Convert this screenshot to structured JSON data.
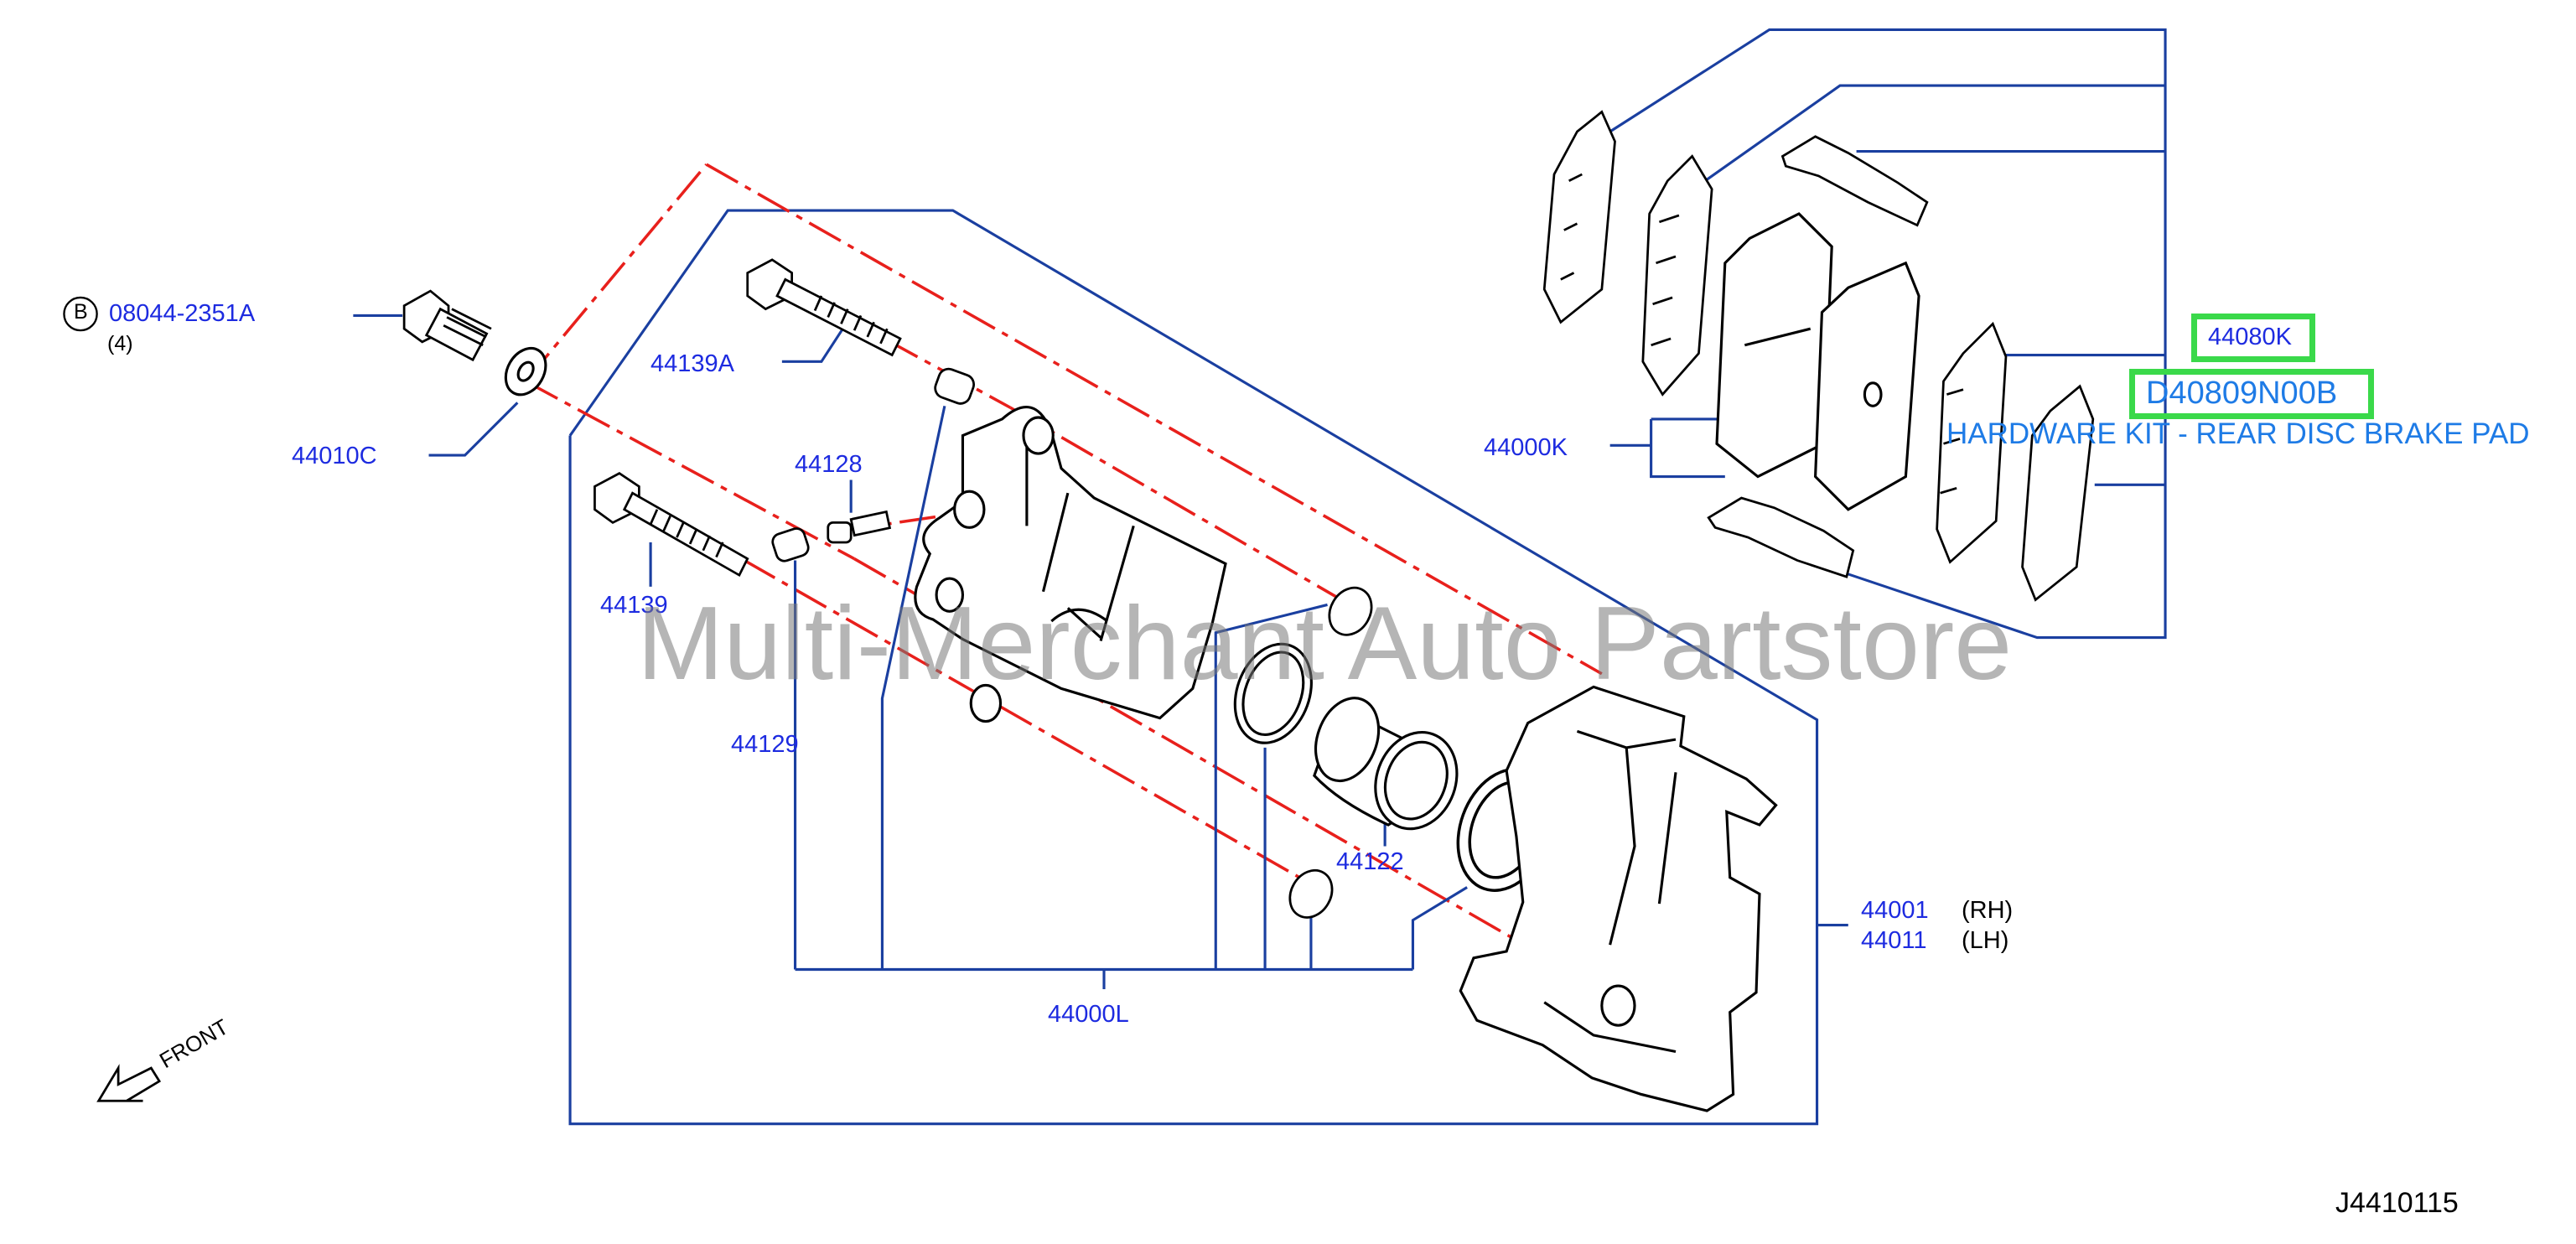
{
  "parts": {
    "bolt_b": "08044-2351A",
    "bolt_b_qty": "(4)",
    "bolt_b_marker": "B",
    "washer": "44010C",
    "guide_pin_upper": "44139A",
    "guide_pin_lower": "44139",
    "bleeder": "44128",
    "pin_boot": "44129",
    "piston": "44122",
    "seal_kit": "44000L",
    "caliper_rh": "44001",
    "caliper_rh_side": "(RH)",
    "caliper_lh": "44011",
    "caliper_lh_side": "(LH)",
    "pad_kit": "44000K",
    "hardware_kit": "44080K"
  },
  "callout": {
    "part_number": "D40809N00B",
    "description": "HARDWARE KIT - REAR DISC BRAKE PAD"
  },
  "front_label": "FRONT",
  "watermark": "Multi-Merchant Auto Partstore",
  "diagram_code": "J4410115",
  "colors": {
    "label_blue": "#1d2be0",
    "leader_blue": "#1a3fa0",
    "centerline_red": "#e8201c",
    "highlight_green": "#3ad94a",
    "callout_blue": "#1e7be6"
  }
}
